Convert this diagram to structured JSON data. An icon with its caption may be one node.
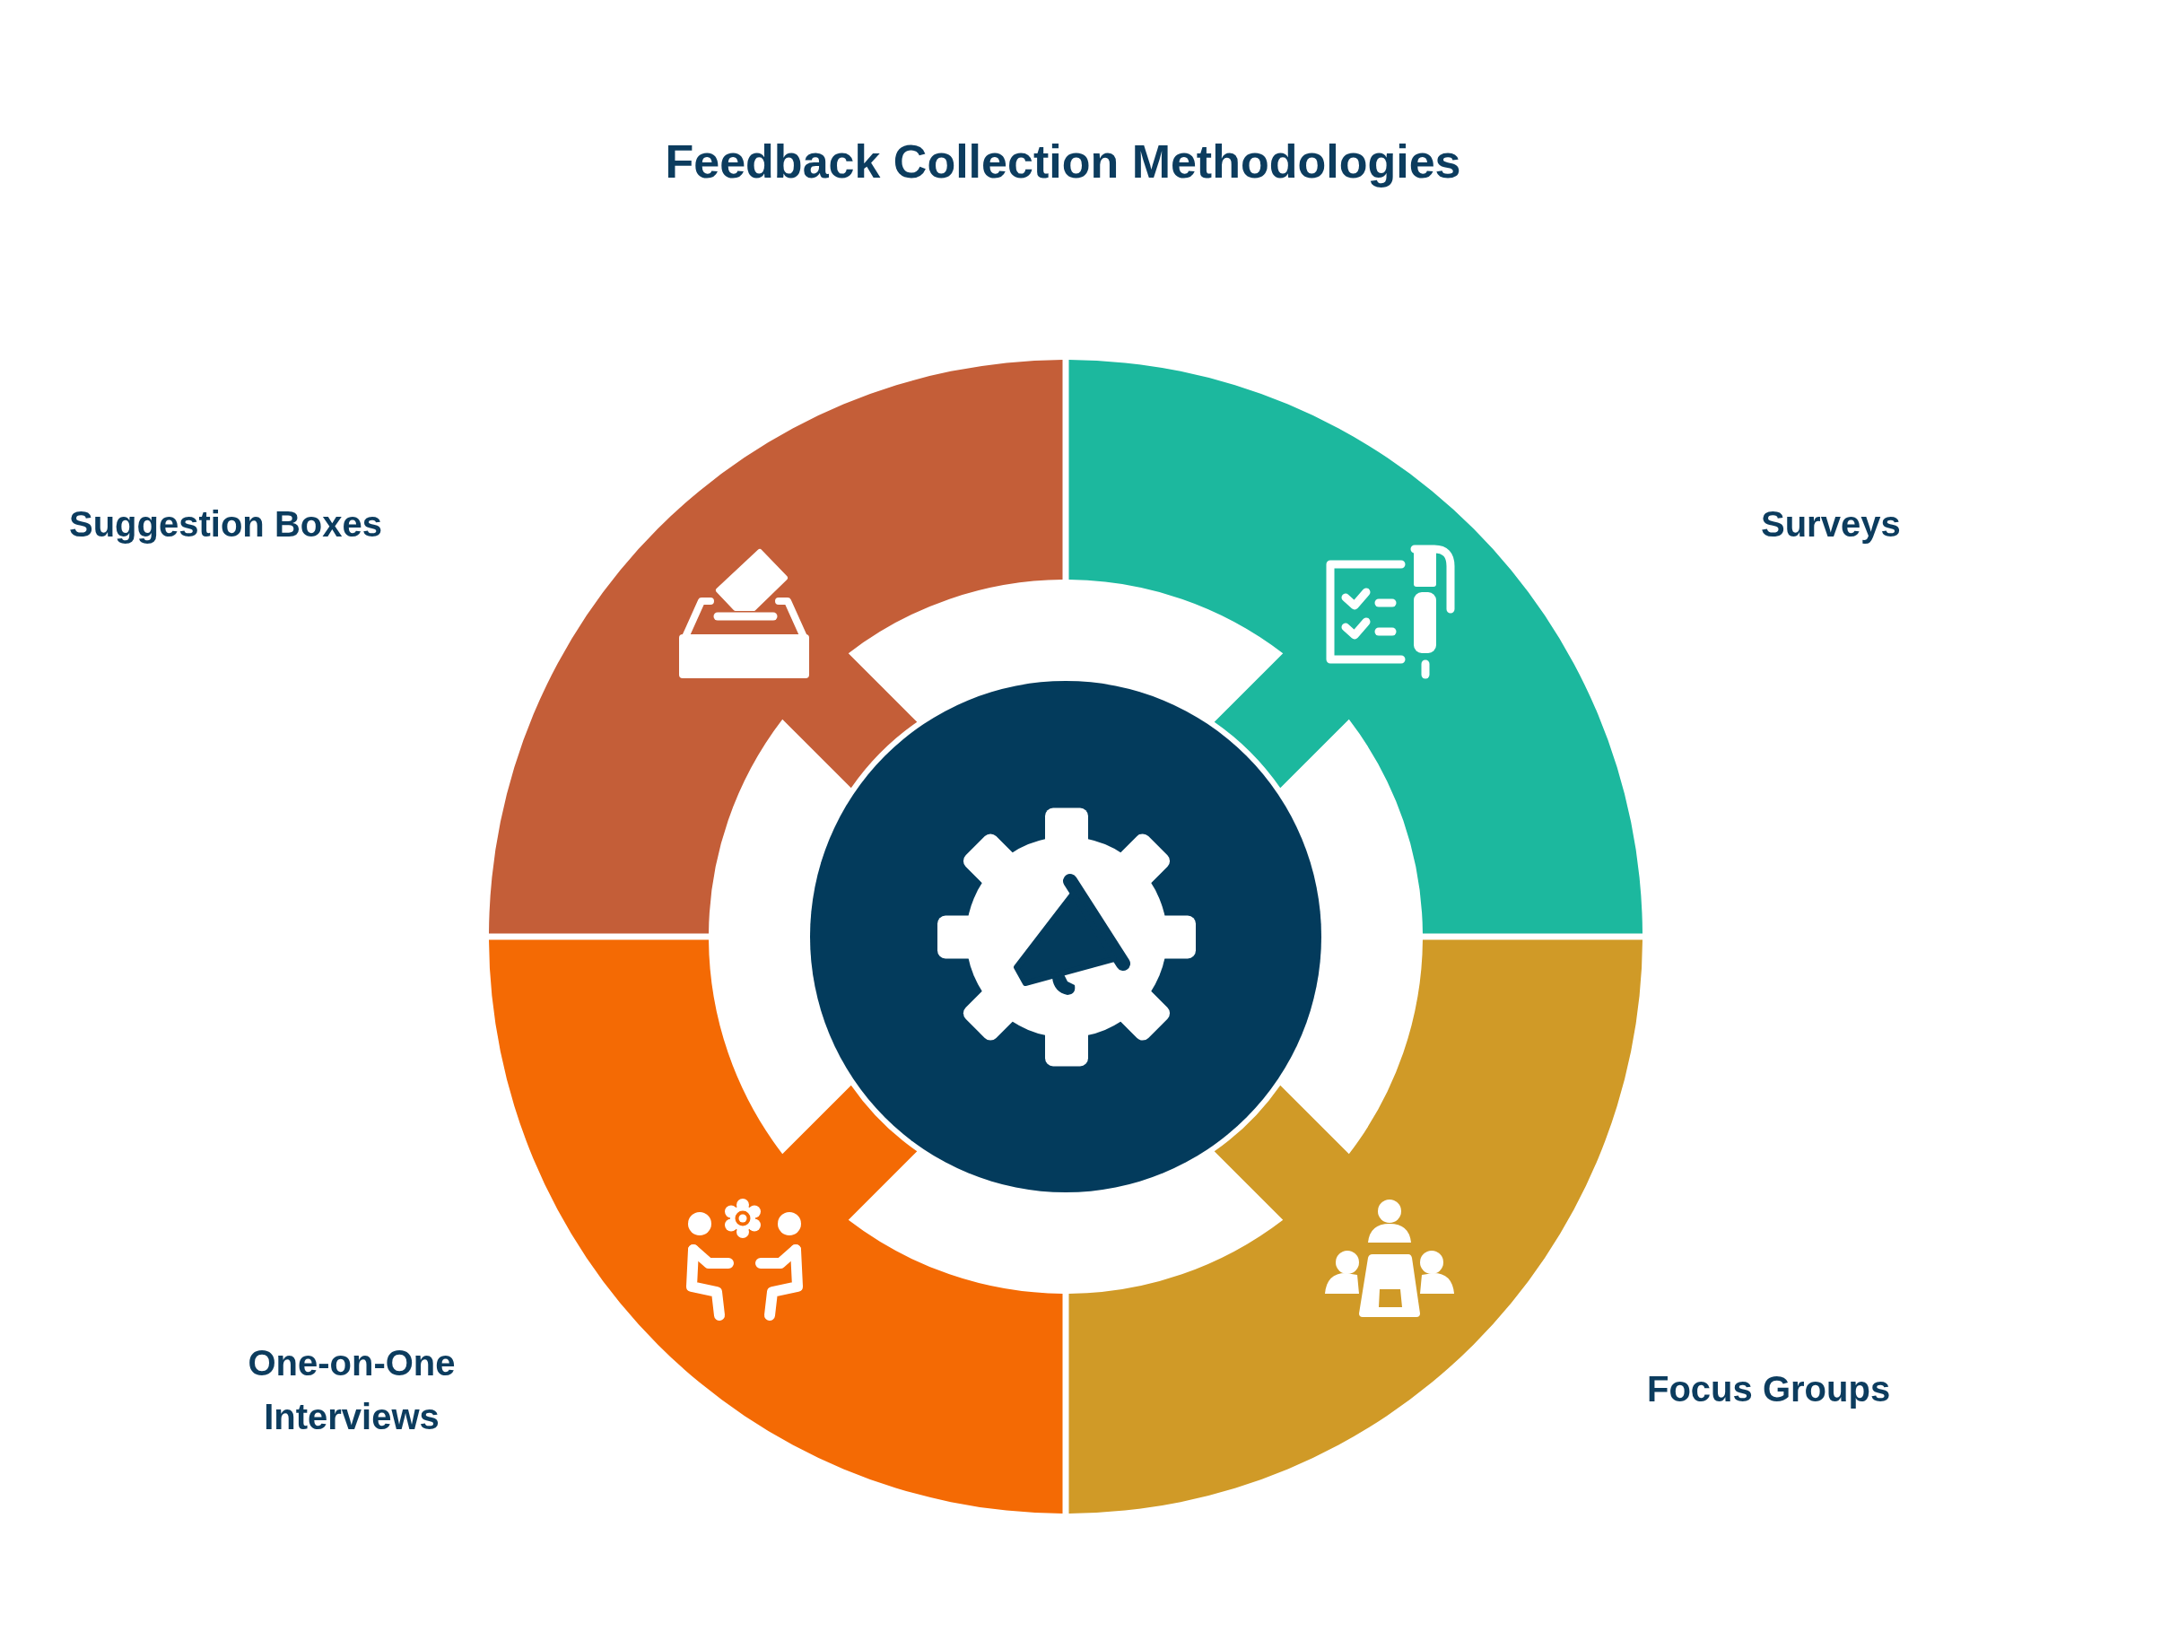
{
  "diagram": {
    "title": "Feedback Collection Methodologies",
    "nodes": [
      {
        "text": [
          "Suggestion Boxes"
        ]
      },
      {
        "text": [
          "Surveys"
        ]
      },
      {
        "text": [],
        "shape": "circle"
      },
      {
        "text": [
          "One-on-One Interviews"
        ]
      },
      {
        "text": [
          "Focus Groups"
        ]
      }
    ]
  }
}
